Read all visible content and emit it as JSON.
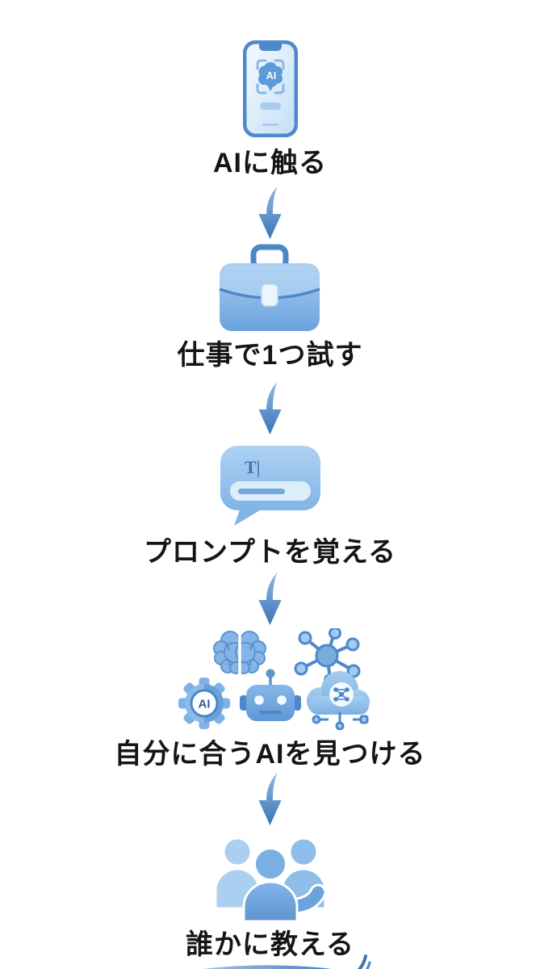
{
  "diagram": {
    "background": "#ffffff",
    "text_color": "#151515",
    "accent_blue": "#4a86c8",
    "light_blue": "#a9cff2",
    "steps": [
      {
        "id": "touch-ai",
        "label": "AIに触る",
        "icon": "smartphone-ai-scan-icon"
      },
      {
        "id": "try-at-work",
        "label": "仕事で1つ試す",
        "icon": "briefcase-icon"
      },
      {
        "id": "learn-prompts",
        "label": "プロンプトを覚える",
        "icon": "prompt-chat-bubble-icon"
      },
      {
        "id": "find-your-ai",
        "label": "自分に合うAIを見つける",
        "icon": "ai-tools-cluster-icon"
      },
      {
        "id": "teach-someone",
        "label": "誰かに教える",
        "icon": "people-group-icon"
      }
    ],
    "icon_texts": {
      "phone_ai_badge": "AI",
      "gear_ai_badge": "AI",
      "prompt_cursor": "T|"
    }
  }
}
